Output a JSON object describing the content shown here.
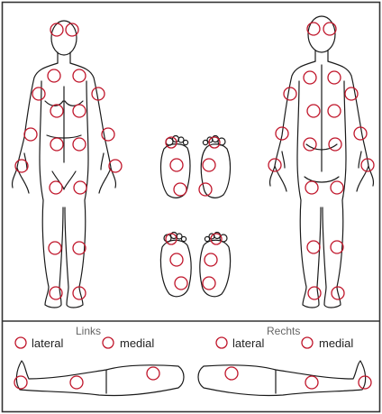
{
  "labels": {
    "left_title": "Links",
    "right_title": "Rechts",
    "left_lateral": "lateral",
    "left_medial": "medial",
    "right_lateral": "lateral",
    "right_medial": "medial"
  },
  "colors": {
    "marker": "#c0152a",
    "outline": "#1a1a1a",
    "border": "#333333",
    "background": "#ffffff"
  },
  "regions": {
    "front_body": "front",
    "back_body": "back",
    "soles": "feet",
    "lateral_legs": "side"
  }
}
